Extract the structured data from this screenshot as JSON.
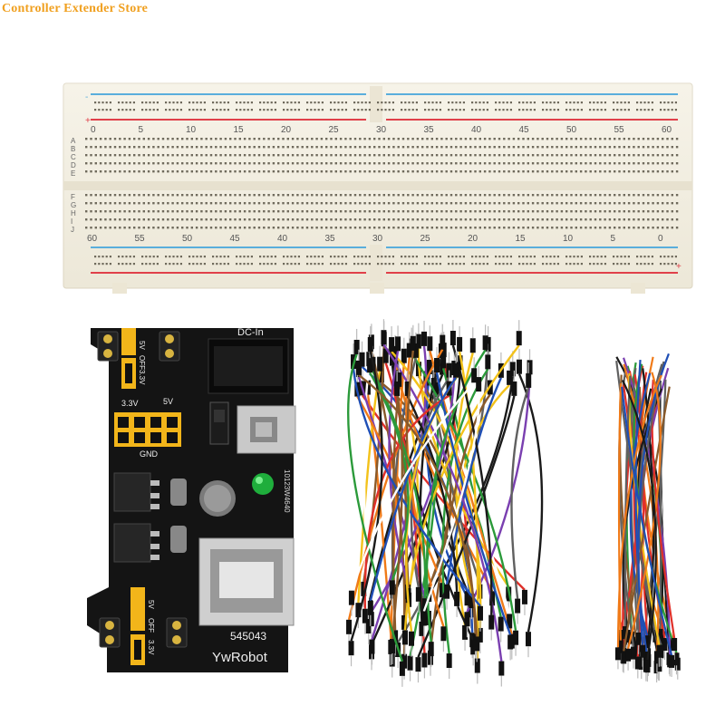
{
  "watermark": "Controller Extender Store",
  "breadcrumb": {
    "top_numbers": [
      "0",
      "5",
      "10",
      "15",
      "20",
      "25",
      "30",
      "35",
      "40",
      "45",
      "50",
      "55",
      "60"
    ],
    "bottom_numbers": [
      "60",
      "55",
      "50",
      "45",
      "40",
      "35",
      "30",
      "25",
      "20",
      "15",
      "10",
      "5",
      "0"
    ],
    "row_letters_left_top": [
      "A",
      "B",
      "C",
      "D",
      "E"
    ],
    "row_letters_left_bottom": [
      "F",
      "G",
      "H",
      "I",
      "J"
    ],
    "plus": "+",
    "minus": "-"
  },
  "module": {
    "dc_in": "DC-In",
    "top_5v": "5V",
    "top_off": "OFF",
    "top_33": "3.3V",
    "mid_33": "3.3V",
    "mid_5v": "5V",
    "gnd": "GND",
    "serial": "10123W4640",
    "code": "545043",
    "brand": "YwRobot",
    "bot_5v": "5V",
    "bot_off": "OFF",
    "bot_33": "3.3V"
  },
  "colors": {
    "board": "#f3efe1",
    "red_rail": "#e0404a",
    "blue_rail": "#5aaedc",
    "pcb": "#141414",
    "jumper": "#f2b51a"
  }
}
